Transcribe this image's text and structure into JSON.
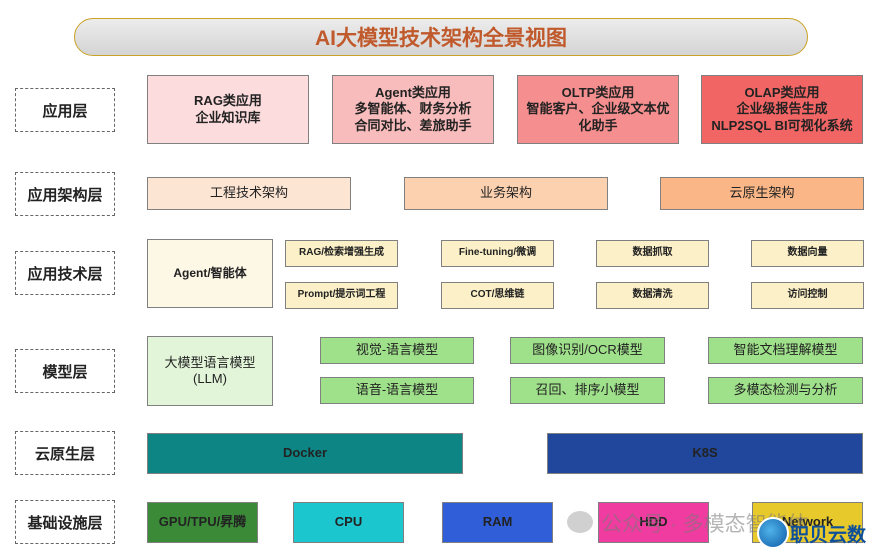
{
  "title": "AI大模型技术架构全景视图",
  "layers": {
    "app": "应用层",
    "arch": "应用架构层",
    "tech": "应用技术层",
    "model": "模型层",
    "cloud": "云原生层",
    "infra": "基础设施层"
  },
  "app_layer": [
    {
      "lines": [
        "RAG类应用",
        "企业知识库"
      ],
      "color": "#fcdcdc"
    },
    {
      "lines": [
        "Agent类应用",
        "多智能体、财务分析",
        "合同对比、差旅助手"
      ],
      "color": "#f9bcbc"
    },
    {
      "lines": [
        "OLTP类应用",
        "智能客户、企业级文本优",
        "化助手"
      ],
      "color": "#f58e8e"
    },
    {
      "lines": [
        "OLAP类应用",
        "企业级报告生成",
        "NLP2SQL BI可视化系统"
      ],
      "color": "#f26565"
    }
  ],
  "arch_layer": [
    {
      "label": "工程技术架构",
      "color": "#fde5d4"
    },
    {
      "label": "业务架构",
      "color": "#fbd1b0"
    },
    {
      "label": "云原生架构",
      "color": "#fab686"
    }
  ],
  "tech_layer": {
    "main": "Agent/智能体",
    "items": [
      "RAG/检索增强生成",
      "Fine-tuning/微调",
      "数据抓取",
      "数据向量",
      "Prompt/提示词工程",
      "COT/思维链",
      "数据清洗",
      "访问控制"
    ]
  },
  "model_layer": {
    "main": [
      "大模型语言模型",
      "(LLM)"
    ],
    "items": [
      "视觉-语言模型",
      "图像识别/OCR模型",
      "智能文档理解模型",
      "语音-语言模型",
      "召回、排序小模型",
      "多模态检测与分析"
    ]
  },
  "cloud_layer": [
    {
      "label": "Docker",
      "color": "#0e8585"
    },
    {
      "label": "K8S",
      "color": "#21479c"
    }
  ],
  "infra_layer": [
    {
      "label": "GPU/TPU/昇腾",
      "color": "#3b8a37"
    },
    {
      "label": "CPU",
      "color": "#1cc6cf"
    },
    {
      "label": "RAM",
      "color": "#2f5ed8"
    },
    {
      "label": "HDD",
      "color": "#f03ca0"
    },
    {
      "label": "Network",
      "color": "#e8c92c"
    }
  ],
  "watermark": {
    "text": "公众号 · 多模态智能体",
    "logo_text": "职贝云数"
  }
}
